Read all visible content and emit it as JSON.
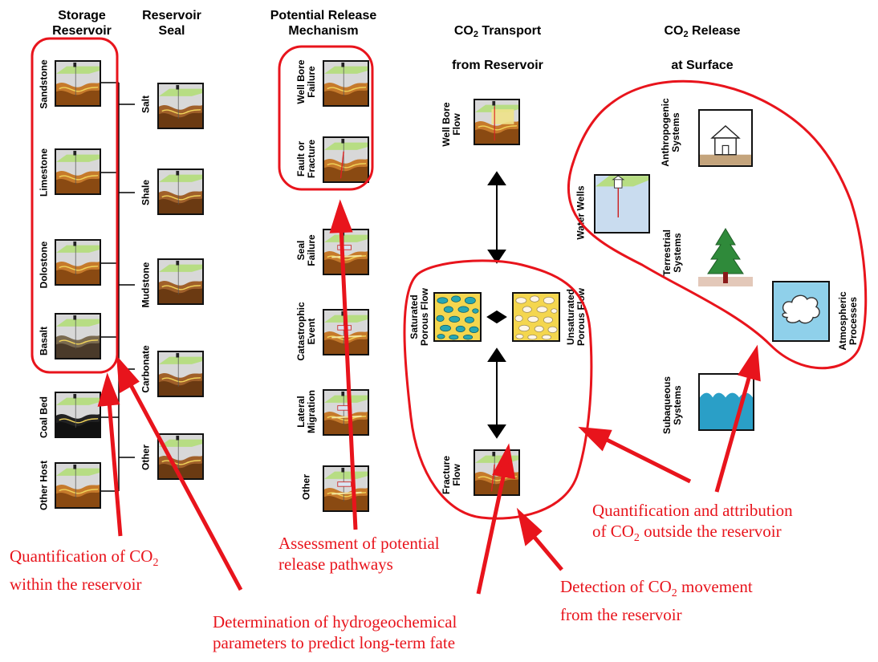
{
  "headers": {
    "storage": "Storage\nReservoir",
    "seal": "Reservoir\nSeal",
    "mechanism": "Potential Release\nMechanism",
    "transport_pre": "CO",
    "transport_sub": "2",
    "transport_post": " Transport",
    "transport_line2": "from Reservoir",
    "release_pre": "CO",
    "release_sub": "2",
    "release_post": " Release",
    "release_line2": "at Surface"
  },
  "storage_items": [
    "Sandstone",
    "Limestone",
    "Dolostone",
    "Basalt",
    "Coal Bed",
    "Other Host"
  ],
  "seal_items": [
    "Salt",
    "Shale",
    "Mudstone",
    "Carbonate",
    "Other"
  ],
  "mechanism_items": [
    "Well Bore\nFailure",
    "Fault or\nFracture",
    "Seal\nFailure",
    "Catastrophic\nEvent",
    "Lateral\nMigration",
    "Other"
  ],
  "transport_items": {
    "well_bore_flow": "Well Bore\nFlow",
    "saturated": "Saturated\nPorous Flow",
    "unsaturated": "Unsaturated\nPorous Flow",
    "fracture_flow": "Fracture\nFlow"
  },
  "surface_items": {
    "anthropogenic": "Anthropogenic\nSystems",
    "water_wells": "Water Wells",
    "terrestrial": "Terrestrial\nSystems",
    "atmospheric": "Atmospheric\nProcesses",
    "subaqueous": "Subaqueous\nSystems"
  },
  "annotations": {
    "within_l1_pre": "Quantification of CO",
    "within_l1_sub": "2",
    "within_l2": "within the reservoir",
    "assessment_l1": "Assessment of potential",
    "assessment_l2": "release pathways",
    "outside_l1": "Quantification and attribution",
    "outside_l2_pre": "of CO",
    "outside_l2_sub": "2",
    "outside_l2_post": " outside the reservoir",
    "detection_l1_pre": "Detection of CO",
    "detection_l1_sub": "2",
    "detection_l1_post": " movement",
    "detection_l2": "from the reservoir",
    "hydro_l1": "Determination of hydrogeochemical",
    "hydro_l2": "parameters to predict long-term fate"
  },
  "colors": {
    "annotation_red": "#e8141c",
    "arrow_black": "#000000",
    "rock_brown": "#8a4a12",
    "surface_green": "#b7dd83",
    "water_blue": "#2a9fc7",
    "porous_yellow": "#f4d64e"
  },
  "icons": {
    "geology": "geologic-cross-section-icon",
    "porous_saturated": "saturated-porous-media-icon",
    "porous_unsaturated": "unsaturated-porous-media-icon",
    "house": "house-icon",
    "well": "water-well-icon",
    "tree": "tree-icon",
    "cloud": "cloud-icon",
    "waves": "water-waves-icon"
  }
}
